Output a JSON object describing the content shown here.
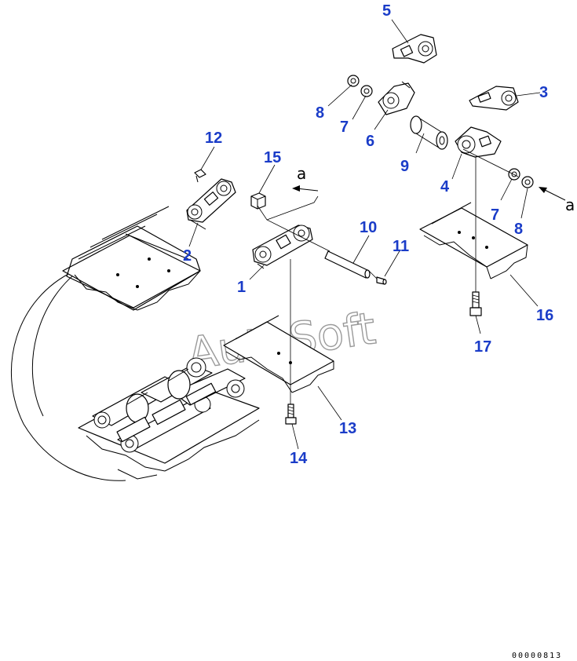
{
  "watermark": "AutoSoft",
  "drawing_code": "00000813",
  "view_arrows": [
    {
      "id": "arrow-a-left",
      "label": "a"
    },
    {
      "id": "arrow-a-right",
      "label": "a"
    }
  ],
  "callouts": [
    {
      "id": "1",
      "text": "1"
    },
    {
      "id": "2",
      "text": "2"
    },
    {
      "id": "3",
      "text": "3"
    },
    {
      "id": "4",
      "text": "4"
    },
    {
      "id": "5",
      "text": "5"
    },
    {
      "id": "6",
      "text": "6"
    },
    {
      "id": "7a",
      "text": "7"
    },
    {
      "id": "7b",
      "text": "7"
    },
    {
      "id": "8a",
      "text": "8"
    },
    {
      "id": "8b",
      "text": "8"
    },
    {
      "id": "9",
      "text": "9"
    },
    {
      "id": "10",
      "text": "10"
    },
    {
      "id": "11",
      "text": "11"
    },
    {
      "id": "12",
      "text": "12"
    },
    {
      "id": "13",
      "text": "13"
    },
    {
      "id": "14",
      "text": "14"
    },
    {
      "id": "15",
      "text": "15"
    },
    {
      "id": "16",
      "text": "16"
    },
    {
      "id": "17",
      "text": "17"
    }
  ],
  "colors": {
    "callout": "#1a3cc8",
    "watermark": "#9a9a9a",
    "line": "#000000"
  }
}
